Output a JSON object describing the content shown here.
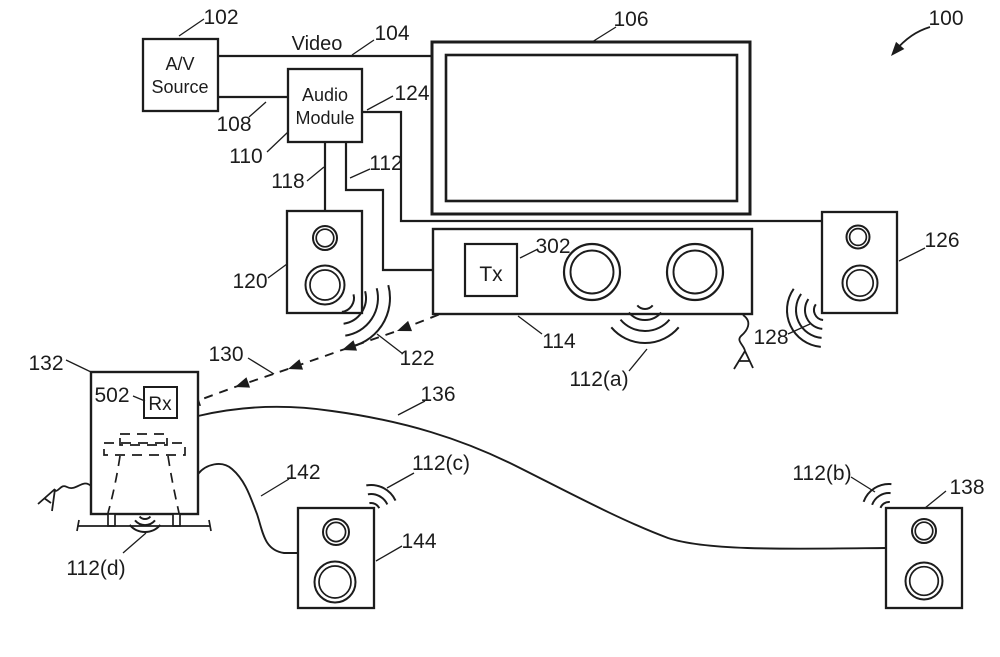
{
  "figure_type": "patent-style wiring diagram of a home audio/video surround system",
  "colors": {
    "ink": "#1c1c1c",
    "background": "#ffffff"
  },
  "labels": {
    "l100": "100",
    "l102": "102",
    "l104": "104",
    "l106": "106",
    "l108": "108",
    "l110": "110",
    "l112": "112",
    "l114": "114",
    "l118": "118",
    "l120": "120",
    "l122": "122",
    "l124": "124",
    "l126": "126",
    "l128": "128",
    "l130": "130",
    "l132": "132",
    "l136": "136",
    "l138": "138",
    "l142": "142",
    "l144": "144",
    "l302": "302",
    "l502": "502",
    "l112a": "112(a)",
    "l112b": "112(b)",
    "l112c": "112(c)",
    "l112d": "112(d)",
    "video": "Video",
    "av_source_line1": "A/V",
    "av_source_line2": "Source",
    "audio_module_line1": "Audio",
    "audio_module_line2": "Module",
    "tx": "Tx",
    "rx": "Rx"
  }
}
